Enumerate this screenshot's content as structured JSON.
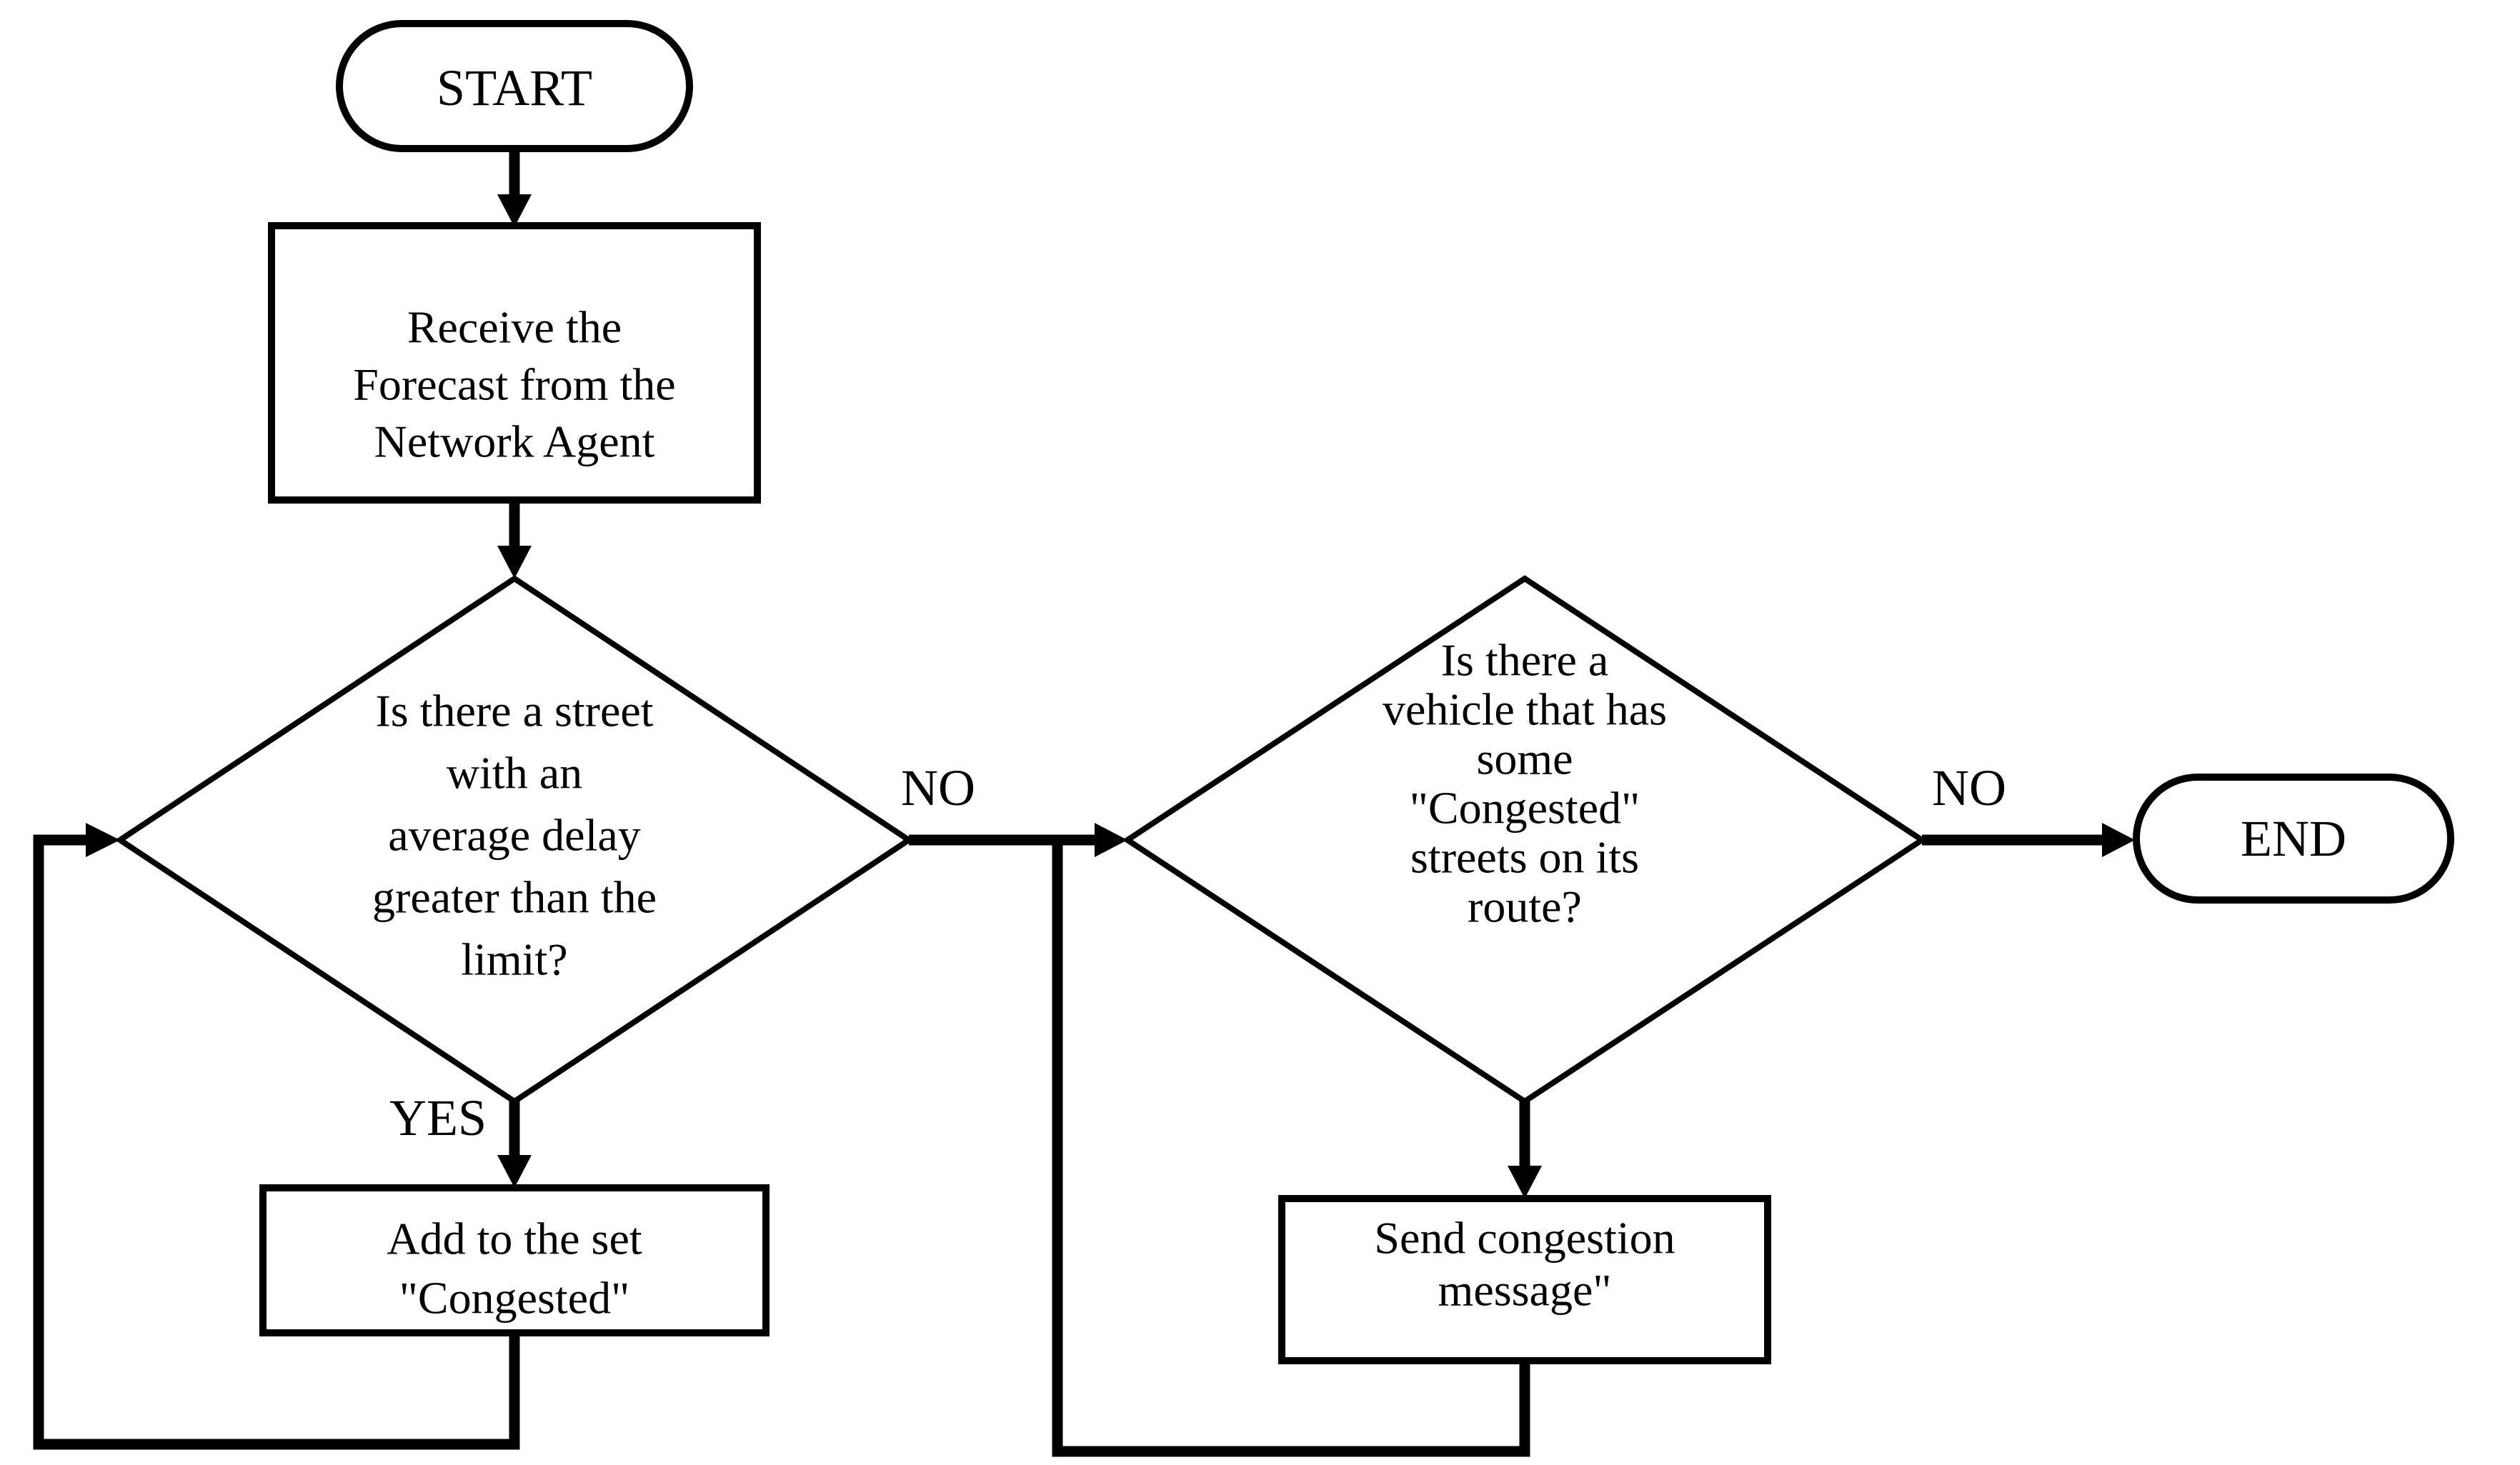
{
  "diagram": {
    "title": "congestion-detection-flowchart",
    "colors": {
      "stroke": "#000000",
      "text": "#000000",
      "background": "#ffffff"
    },
    "nodes": {
      "start": {
        "type": "terminator",
        "label": "START"
      },
      "receive": {
        "type": "process",
        "lines": [
          "Receive the",
          "Forecast from the",
          "Network Agent"
        ]
      },
      "street_decision": {
        "type": "decision",
        "lines": [
          "Is there a street",
          "with an",
          "average delay",
          "greater than the",
          "limit?"
        ]
      },
      "add_congested": {
        "type": "process",
        "lines": [
          "Add to the set",
          "\"Congested\""
        ]
      },
      "vehicle_decision": {
        "type": "decision",
        "lines": [
          "Is there a",
          "vehicle that has",
          "some",
          "\"Congested\"",
          "streets on its",
          "route?"
        ]
      },
      "send_message": {
        "type": "process",
        "lines": [
          "Send congestion",
          "message\""
        ]
      },
      "end": {
        "type": "terminator",
        "label": "END"
      }
    },
    "edge_labels": {
      "yes_street": "YES",
      "no_street": "NO",
      "no_vehicle": "NO"
    }
  }
}
